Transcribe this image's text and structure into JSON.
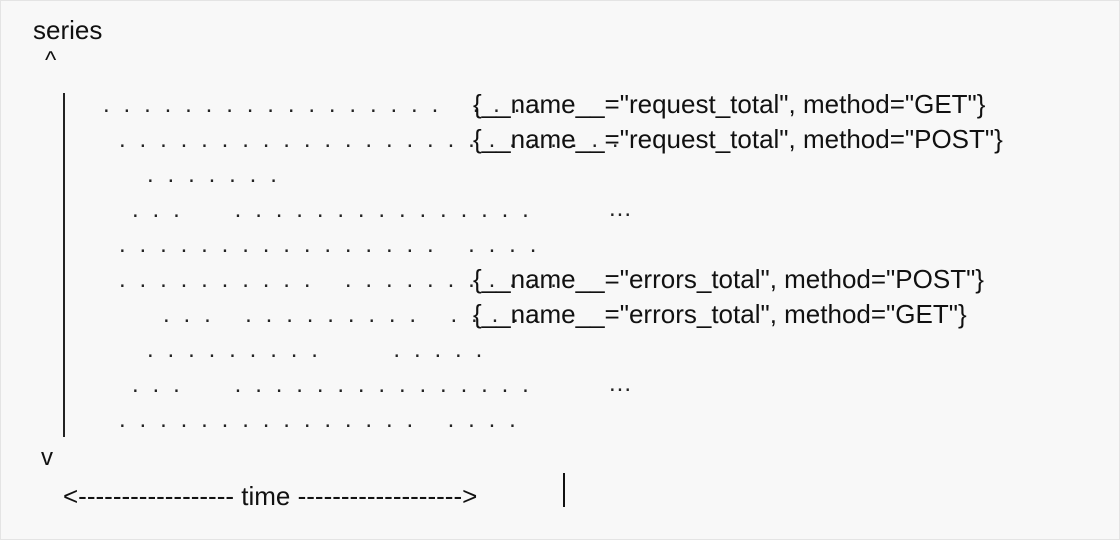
{
  "diagram": {
    "y_axis_label": "series",
    "y_axis_top_marker": "^",
    "y_axis_bottom_marker": "v",
    "time_axis_text": "<------------------ time ------------------->",
    "series_labels": [
      "{__name__=\"request_total\", method=\"GET\"}",
      "{__name__=\"request_total\", method=\"POST\"}",
      "...",
      "{__name__=\"errors_total\", method=\"POST\"}",
      "{__name__=\"errors_total\", method=\"GET\"}",
      "..."
    ],
    "rows": [
      {
        "dots": ". . . . . . . . . . . . . . . . .   . . . . ."
      },
      {
        "dots": ". . . . . . . . . . . . . . . . . . . . . . . . ."
      },
      {
        "dots": ". . . . . . ."
      },
      {
        "dots": ". . .     . . . . . . . . . . . . . . ."
      },
      {
        "dots": ". . . . . . . . . . . . . . . .   . . . ."
      },
      {
        "dots": ". . . . . . . . . .   . . . . . . . . . . ."
      },
      {
        "dots": ". . .   . . . . . . . . .   . . . . ."
      },
      {
        "dots": ". . . . . . . . .       . . . . ."
      },
      {
        "dots": ". . .     . . . . . . . . . . . . . . ."
      },
      {
        "dots": ". . . . . . . . . . . . . . .   . . . ."
      }
    ]
  }
}
